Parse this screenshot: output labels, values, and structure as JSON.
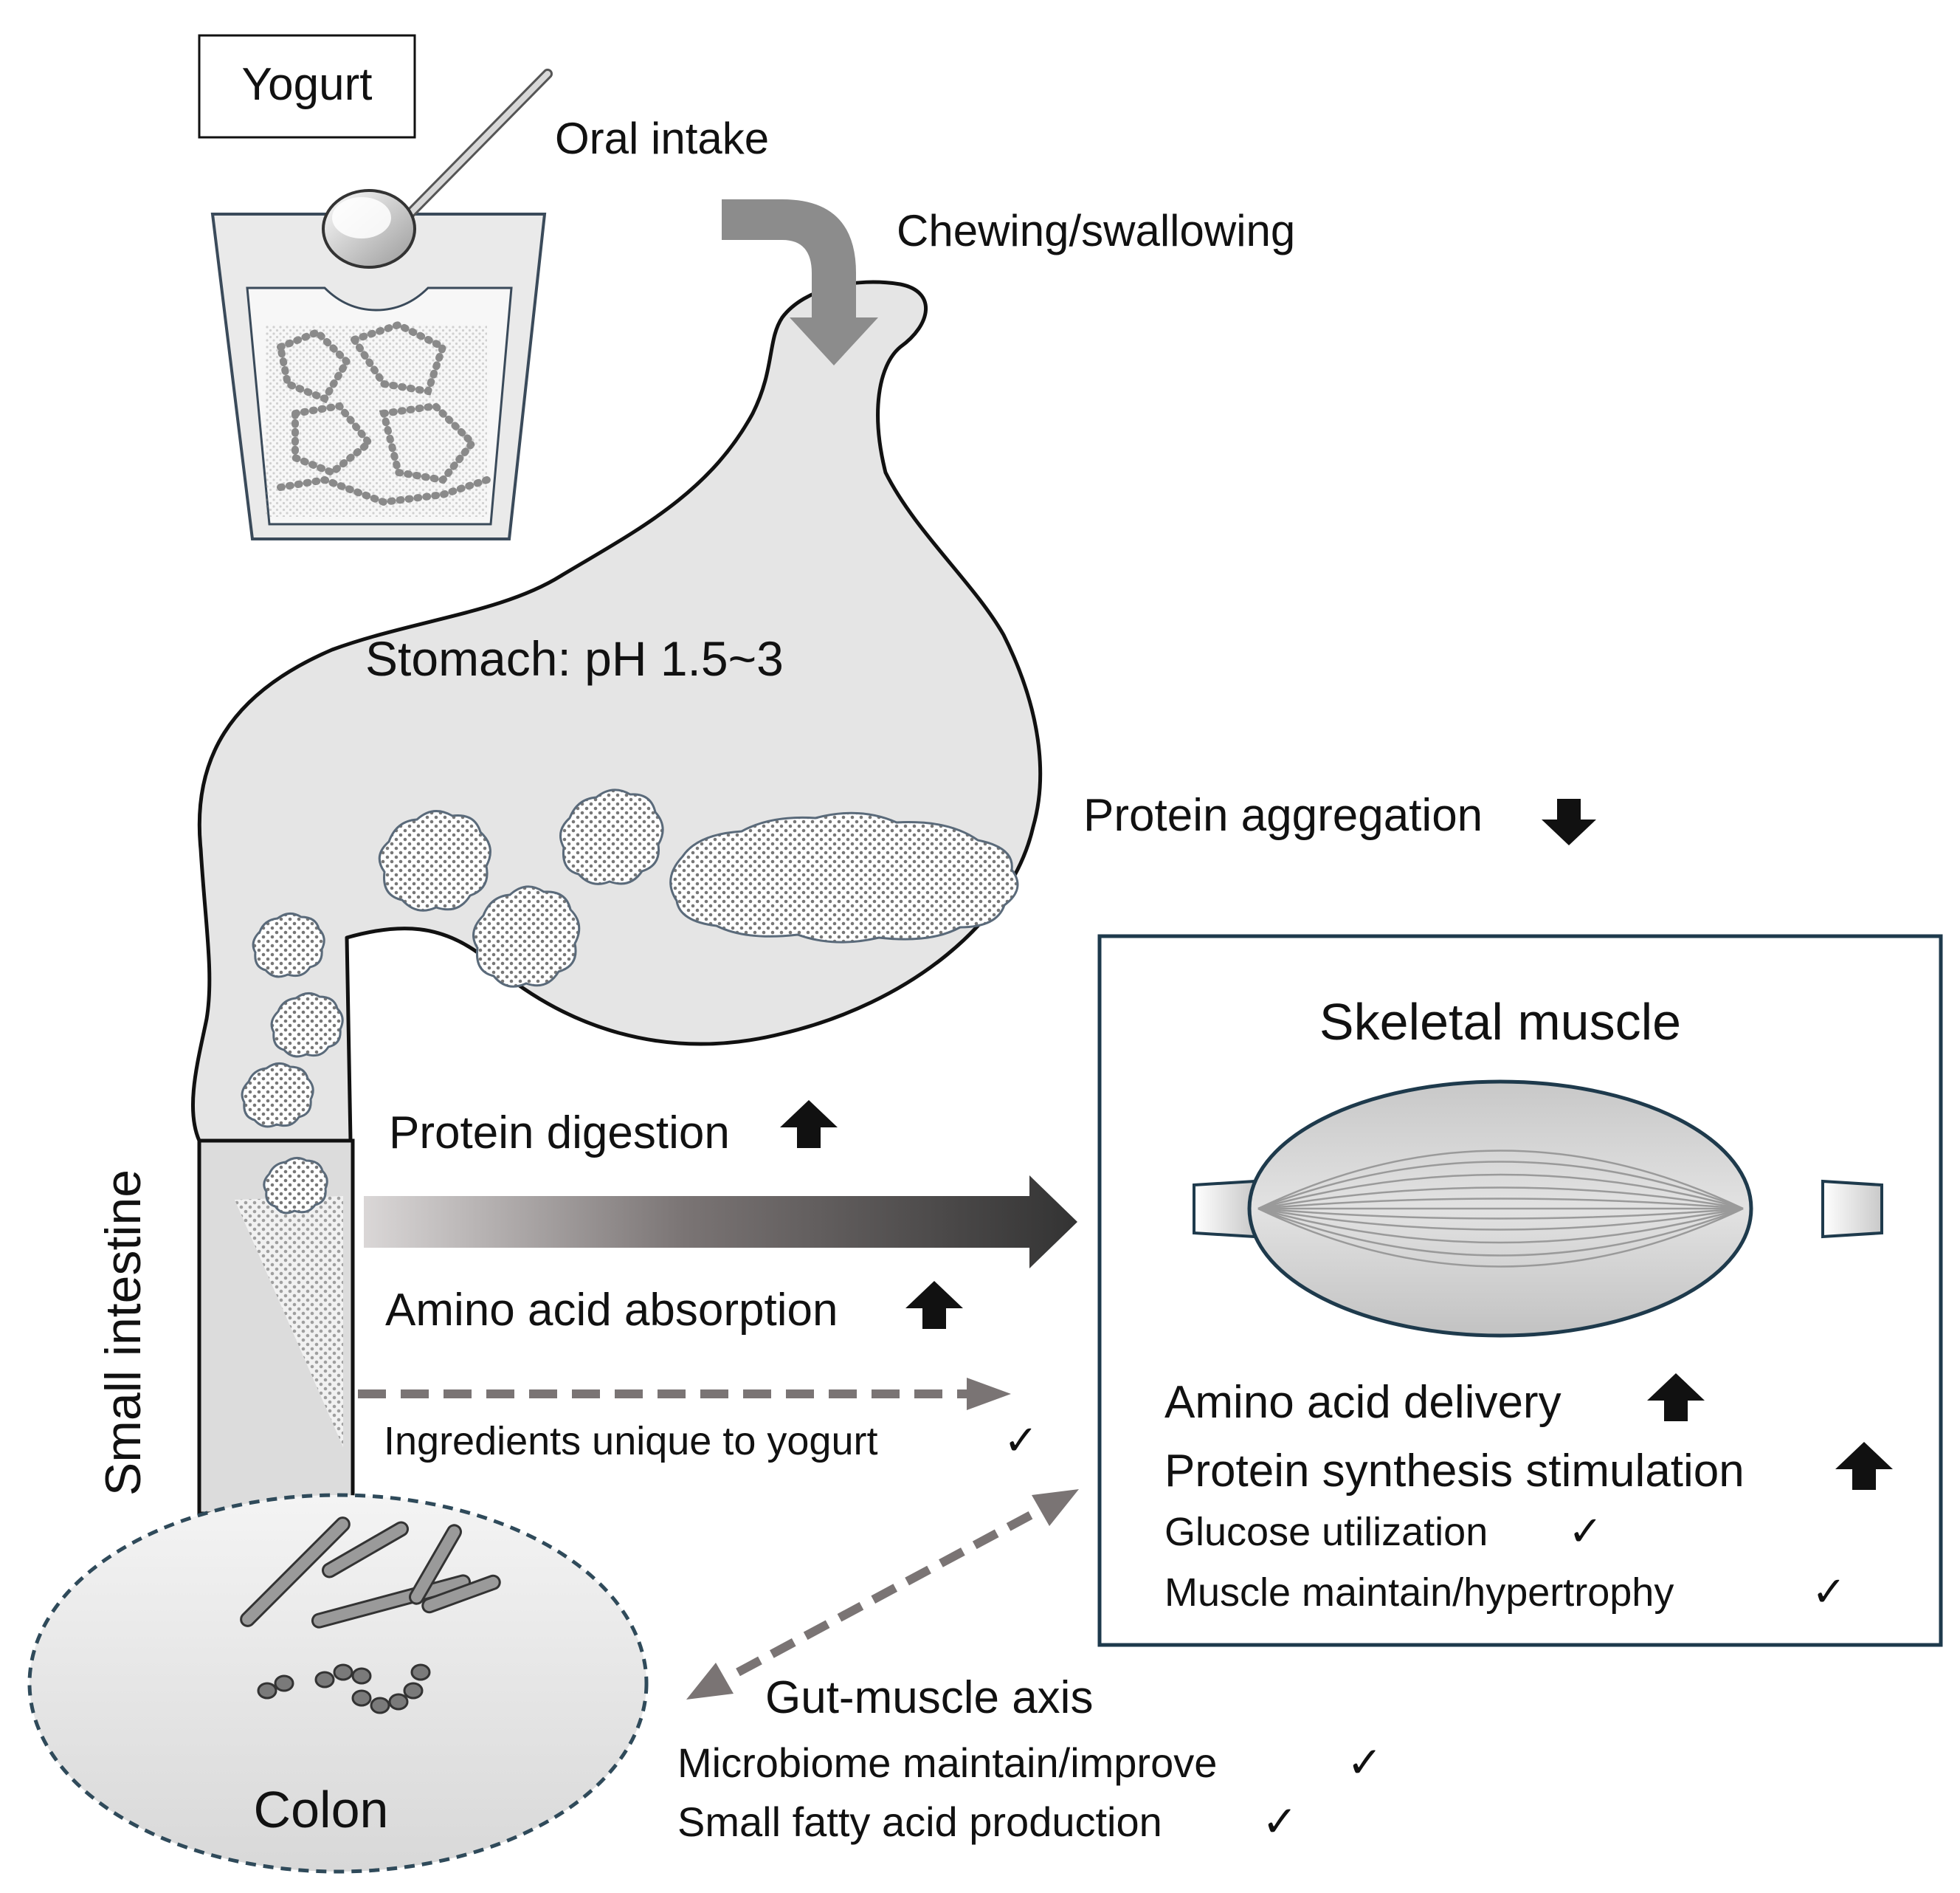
{
  "yogurt_label": "Yogurt",
  "steps": {
    "oral_intake": "Oral intake",
    "chewing": "Chewing/swallowing",
    "stomach": "Stomach: pH 1.5~3",
    "protein_aggregation": "Protein aggregation",
    "small_intestine": "Small intestine",
    "colon": "Colon"
  },
  "flow": {
    "protein_digestion": "Protein digestion",
    "amino_acid_absorption": "Amino acid absorption",
    "ingredients_unique": "Ingredients  unique  to yogurt",
    "gut_muscle_axis": "Gut-muscle axis",
    "microbiome": "Microbiome  maintain/improve",
    "fatty_acid": "Small  fatty acid production"
  },
  "muscle_box": {
    "title": "Skeletal  muscle",
    "amino_delivery": "Amino acid delivery",
    "protein_synthesis": "Protein synthesis stimulation",
    "glucose": "Glucose utilization",
    "maintain": "Muscle maintain/hypertrophy"
  },
  "marks": {
    "check": "✓"
  },
  "colors": {
    "organ_fill": "#e6e6e6",
    "outline": "#111111",
    "box_border": "#1e3a4c",
    "arrow_gray": "#8c8c8c",
    "dashed_arrow": "#7a7474",
    "gradient_start": "#d9d6d6",
    "gradient_end": "#333333"
  }
}
